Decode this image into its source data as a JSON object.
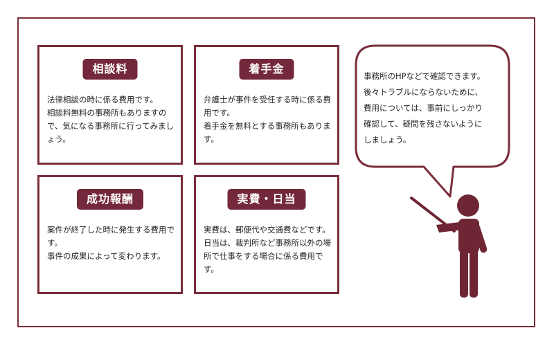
{
  "cards": [
    {
      "title": "相談料",
      "lines": [
        "法律相談の時に係る費用です。",
        "相談料無料の事務所もありますので、気になる事務所に行ってみましょう。"
      ]
    },
    {
      "title": "着手金",
      "lines": [
        "弁護士が事件を受任する時に係る費用です。",
        "着手金を無料とする事務所もあります。"
      ]
    },
    {
      "title": "成功報酬",
      "lines": [
        "案件が終了した時に発生する費用です。",
        "事件の成果によって変わります。"
      ]
    },
    {
      "title": "実費・日当",
      "lines": [
        "実費は、郵便代や交通費などです。",
        "日当は、裁判所など事務所以外の場所で仕事をする場合に係る費用です。"
      ]
    }
  ],
  "speech_bubble": {
    "lines": [
      "事務所のHPなどで確認できます。",
      "後々トラブルにならないために、",
      "費用については、事前にしっかり",
      "確認して、疑問を残さないように",
      "しましょう。"
    ]
  },
  "colors": {
    "accent": "#7a2d3b",
    "badge": "#74283b",
    "figure": "#6e2634"
  },
  "icons": {
    "presenter": "person-with-pointer-icon"
  }
}
